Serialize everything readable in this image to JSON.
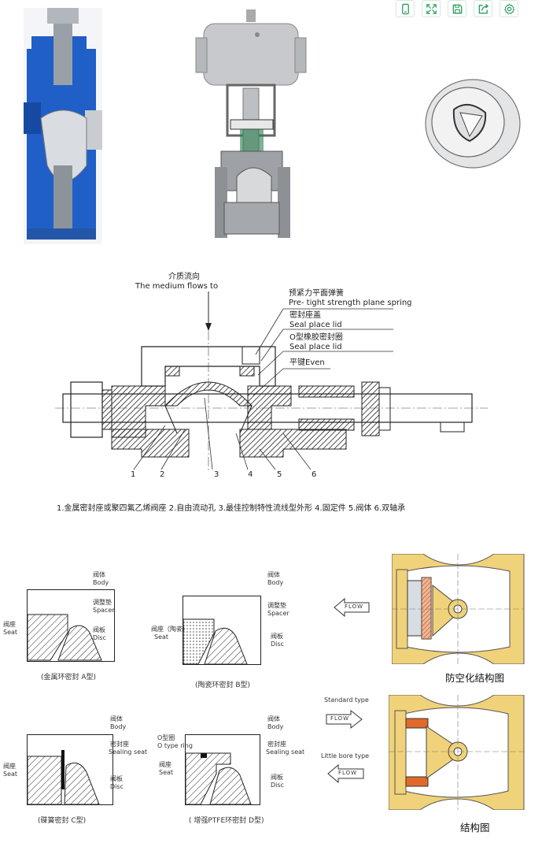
{
  "toolbar": {
    "buttons": [
      {
        "name": "tablet-icon"
      },
      {
        "name": "expand-icon"
      },
      {
        "name": "save-icon"
      },
      {
        "name": "share-icon"
      },
      {
        "name": "settings-icon"
      }
    ],
    "accent": "#2a9d5c"
  },
  "section_drawing": {
    "flow_label_cn": "介质流向",
    "flow_label_en": "The medium flows to",
    "spring_cn": "预紧力平面弹簧",
    "spring_en": "Pre- tight strength plane spring",
    "seal_lid_cn": "密封座盖",
    "seal_lid_en": "Seal place lid",
    "oring_cn": "O型橡胶密封圈",
    "oring_en": "Seal place lid",
    "key": "平键Even",
    "numbers": [
      "1",
      "2",
      "3",
      "4",
      "5",
      "6"
    ],
    "legend": "1.金属密封座或聚四氟乙烯阀座  2.自由流动孔  3.最佳控制特性流线型外形  4.固定件  5.阀体  6.双轴承"
  },
  "seal_types": {
    "a": {
      "body_cn": "阀体",
      "body_en": "Body",
      "spacer_cn": "调整垫",
      "spacer_en": "Spacer",
      "seat_cn": "阀座",
      "seat_en": "Seat",
      "disc_cn": "阀板",
      "disc_en": "Disc",
      "caption": "(金属环密封 A型)"
    },
    "b": {
      "body_cn": "阀体",
      "body_en": "Body",
      "spacer_cn": "调整垫",
      "spacer_en": "Spacer",
      "seat_cn": "阀座（陶瓷）",
      "seat_en": "Seat",
      "disc_cn": "阀板",
      "disc_en": "Disc",
      "caption": "(陶瓷环密封 B型)"
    },
    "c": {
      "body_cn": "阀体",
      "body_en": "Body",
      "sealing_cn": "密封座",
      "sealing_en": "Sealing seat",
      "seat_cn": "阀座",
      "seat_en": "Seat",
      "disc_cn": "阀板",
      "disc_en": "Disc",
      "caption": "(碟簧密封 C型)"
    },
    "d": {
      "oring_cn": "O型圈",
      "oring_en": "O type ring",
      "body_cn": "阀体",
      "body_en": "Body",
      "sealing_cn": "密封座",
      "sealing_en": "Sealing seat",
      "seat_cn": "阀座",
      "seat_en": "Seat",
      "disc_cn": "阀板",
      "disc_en": "Disc",
      "caption": "( 增强PTFE环密封 D型)"
    }
  },
  "flow_diagrams": {
    "flow_arrow": "FLOW",
    "anti_cavitation": "防空化结构图",
    "standard_type": "Standard type",
    "reduced_type": "Little bore type",
    "structure": "结构图"
  }
}
